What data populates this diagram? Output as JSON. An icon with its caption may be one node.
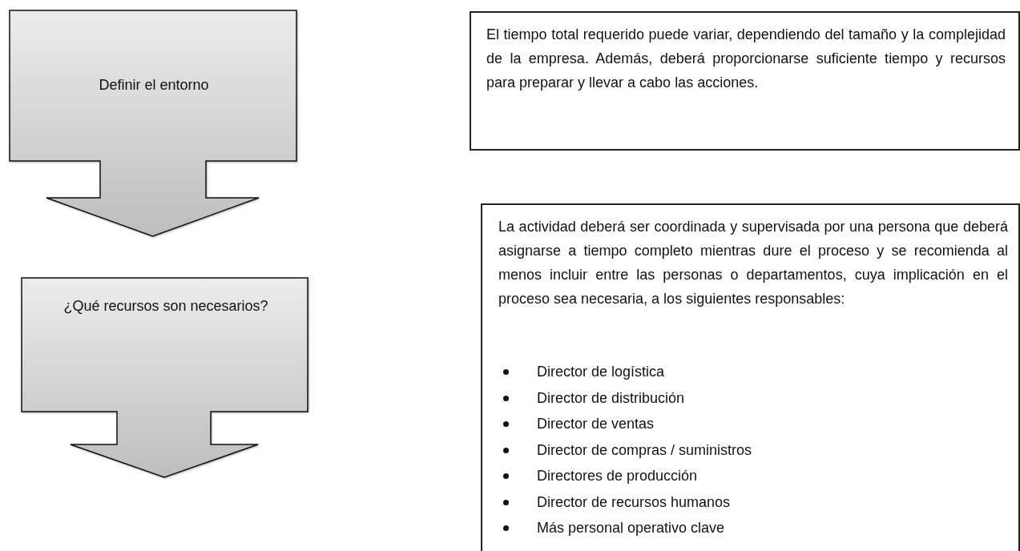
{
  "diagram": {
    "nodes": [
      {
        "text": [
          "Definir el entorno"
        ]
      },
      {
        "text": [
          "¿Qué recursos son necesarios?"
        ]
      },
      {
        "text": [
          "El tiempo total requerido puede variar, dependiendo del tamaño y la complejidad de la empresa. Además, deberá proporcionarse suficiente tiempo y recursos para preparar y llevar a cabo las acciones."
        ]
      },
      {
        "text": [
          "La actividad deberá ser coordinada y supervisada por una persona que deberá asignarse a tiempo completo mientras dure el proceso y se recomienda al menos incluir entre las personas o departamentos, cuya implicación en el proceso sea necesaria, a los siguientes responsables:",
          "Director de logística",
          "Director de distribución",
          "Director de ventas",
          "Director de compras / suministros",
          "Directores de producción",
          "Director de recursos humanos",
          "Más personal operativo clave"
        ]
      }
    ]
  }
}
